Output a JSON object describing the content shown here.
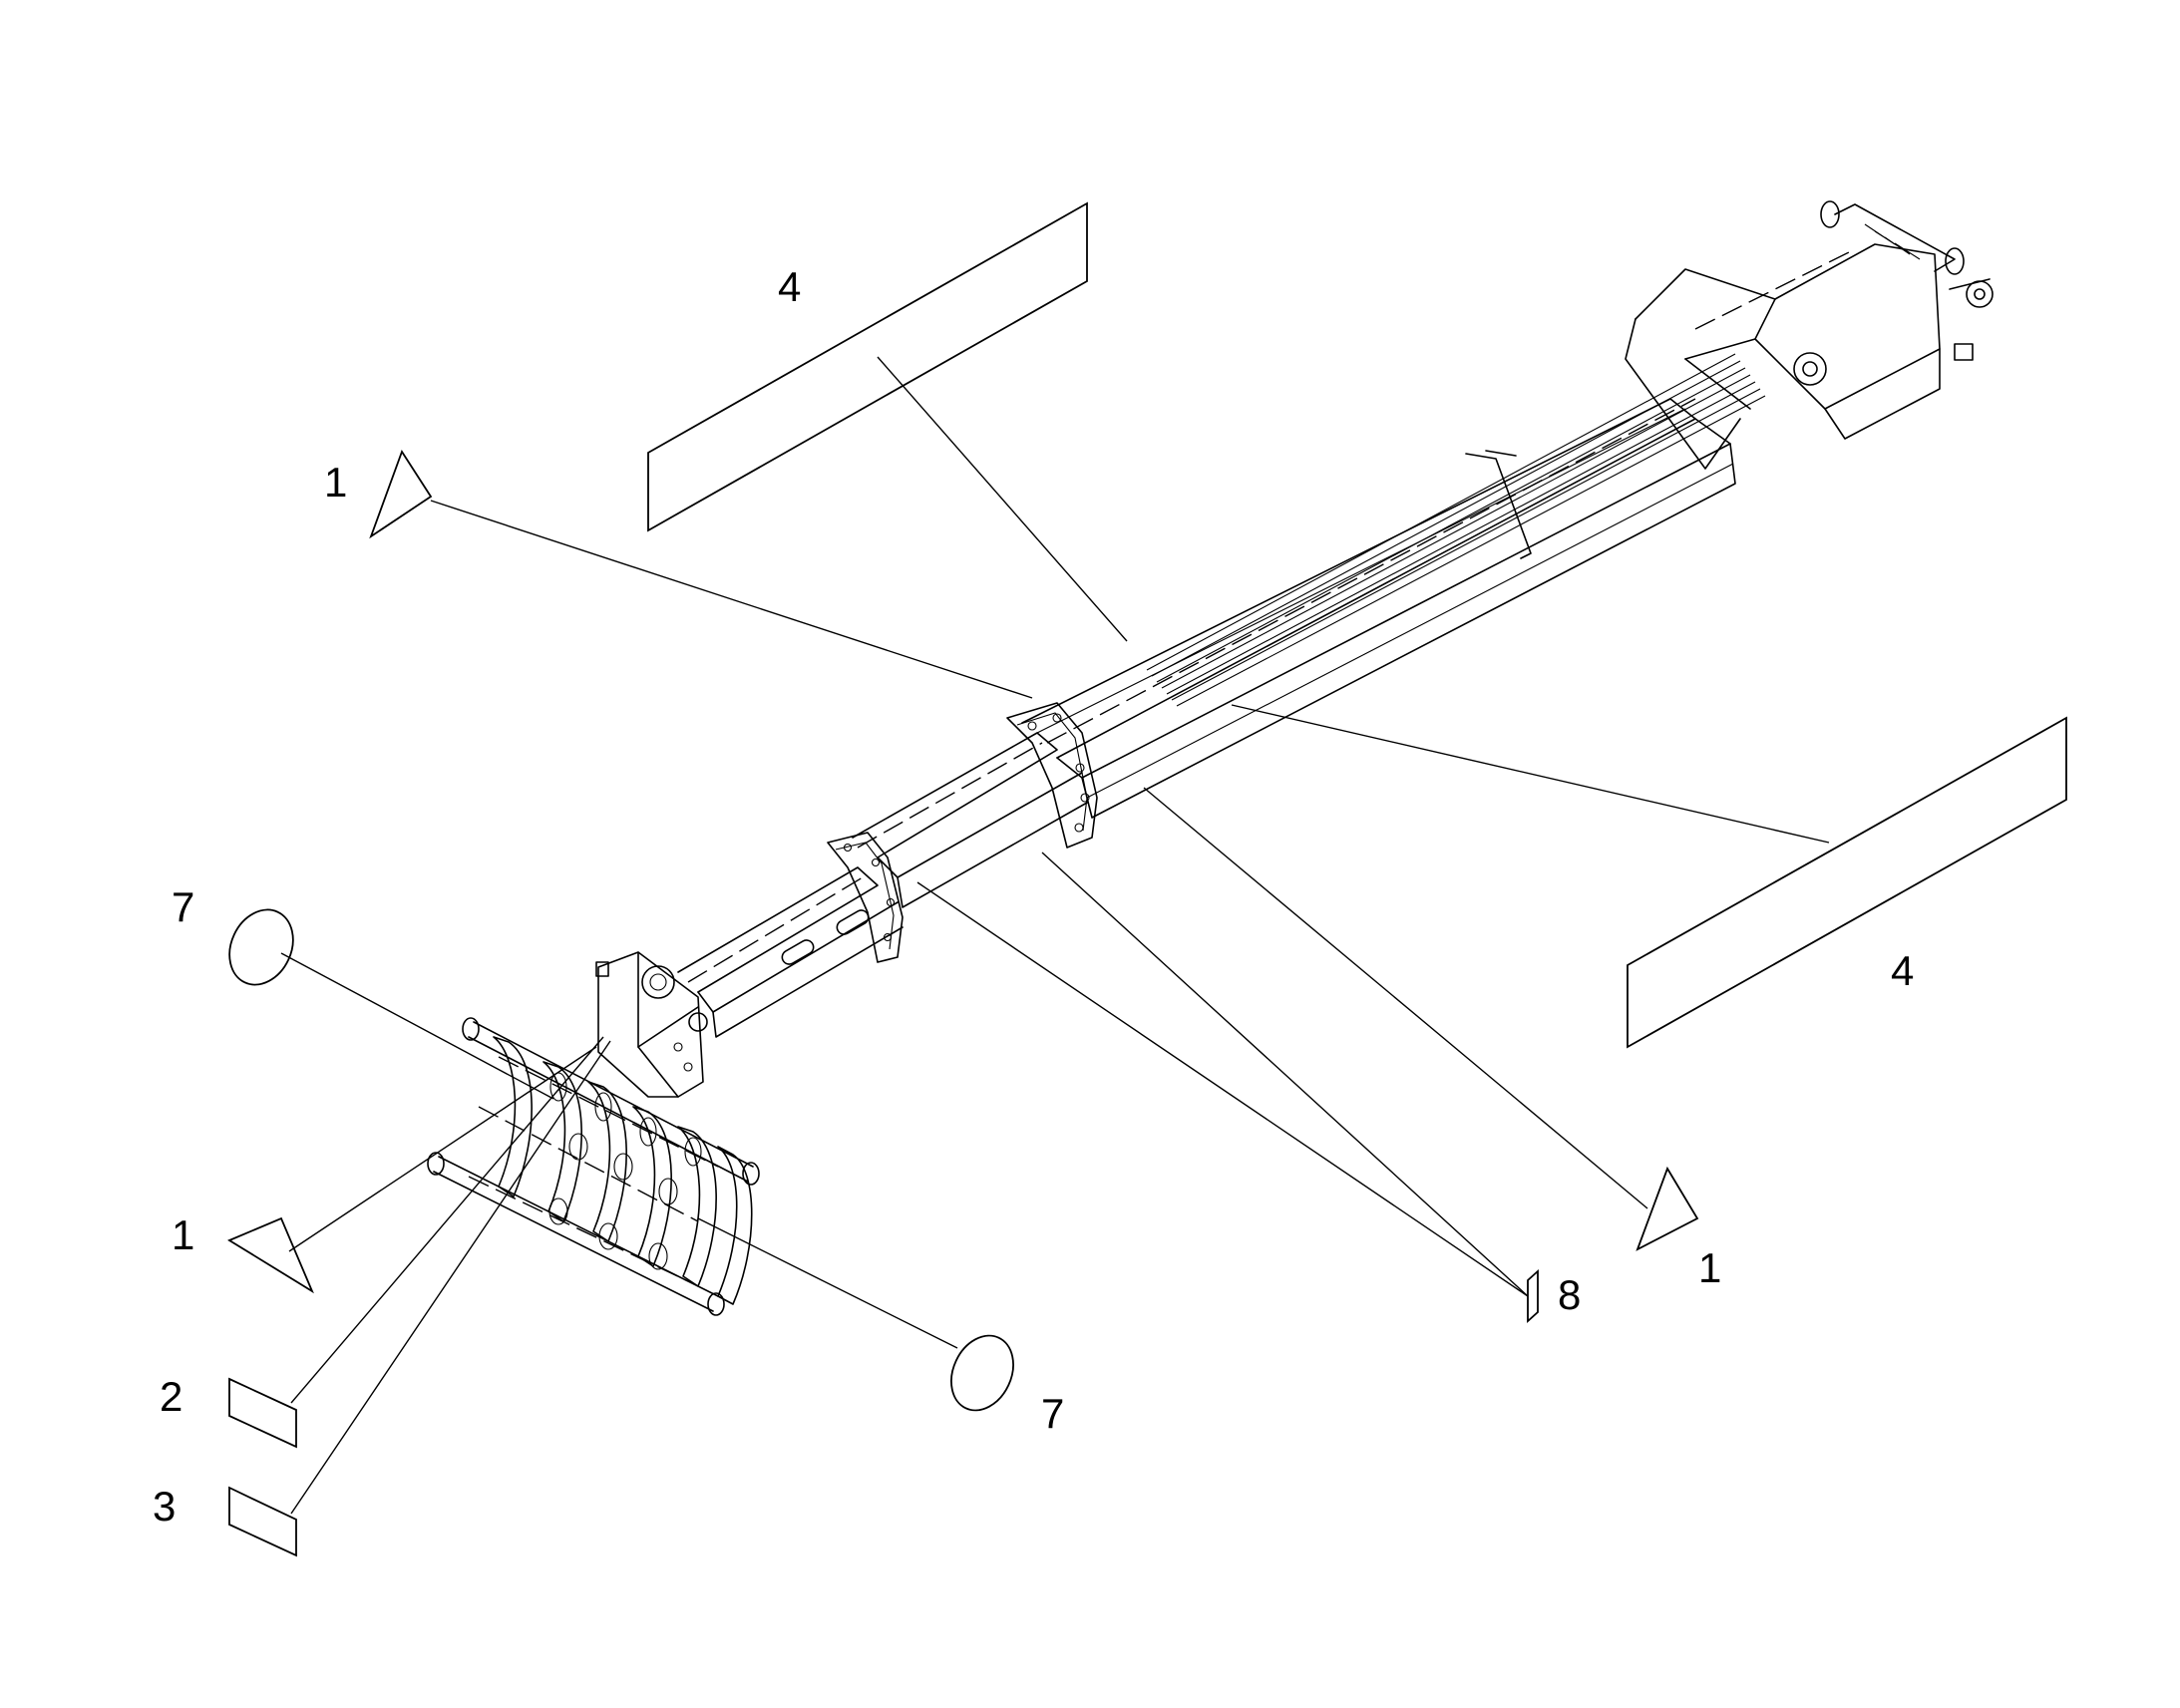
{
  "diagram": {
    "callouts": {
      "triangle_top_left": "1",
      "decal_top": "4",
      "ellipse_left": "7",
      "triangle_left": "1",
      "decal_left_2": "2",
      "decal_left_3": "3",
      "ellipse_bottom": "7",
      "strip_8": "8",
      "triangle_right": "1",
      "decal_right": "4"
    }
  }
}
